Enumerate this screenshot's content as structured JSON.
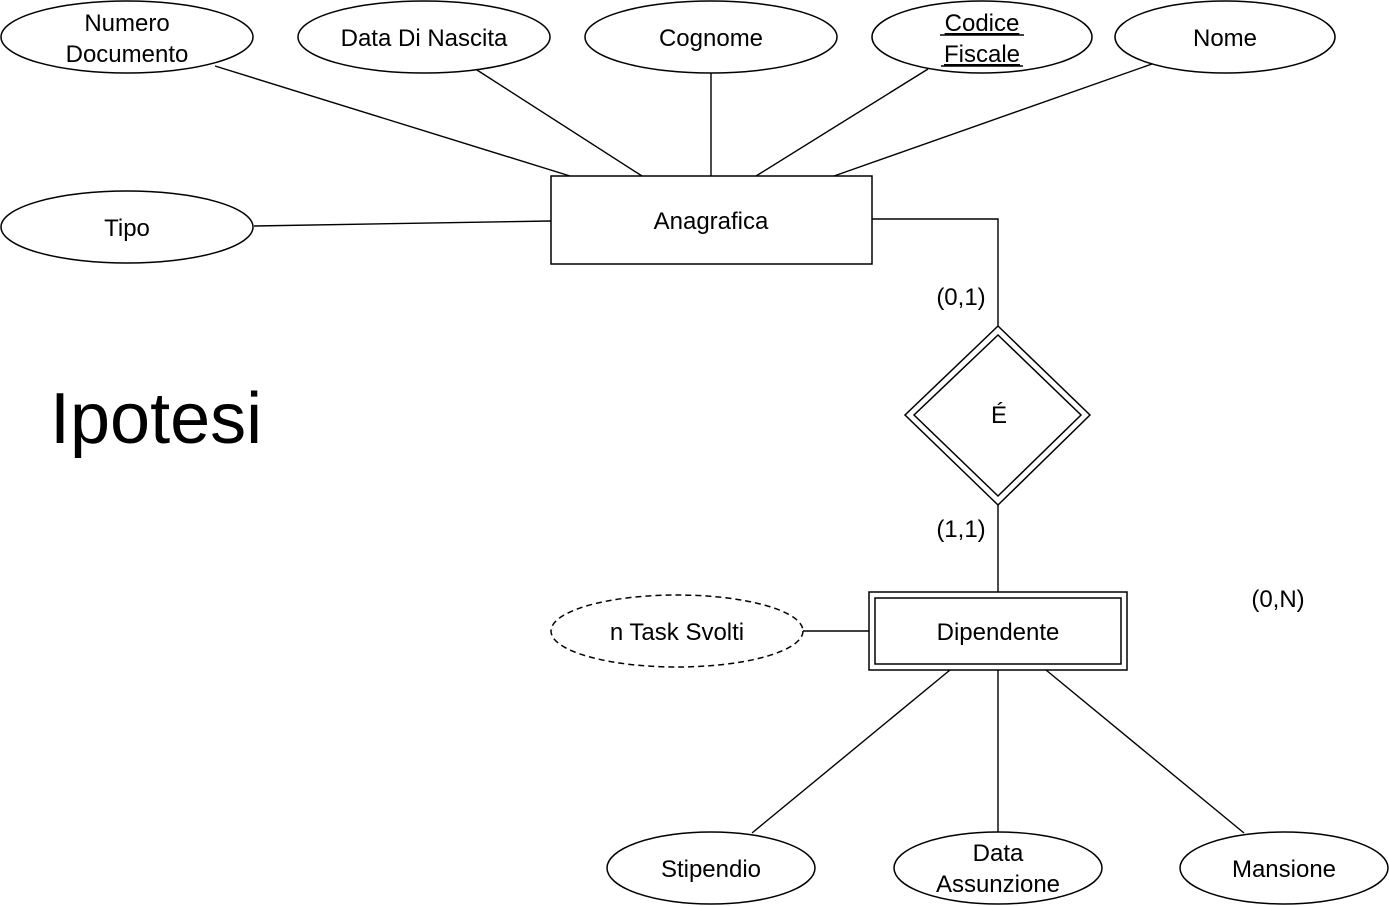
{
  "title": "Ipotesi",
  "entities": {
    "anagrafica": "Anagrafica",
    "dipendente": "Dipendente"
  },
  "relationship": {
    "label": "É"
  },
  "attributes": {
    "numero_documento": [
      "Numero",
      "Documento"
    ],
    "data_di_nascita": "Data Di Nascita",
    "cognome": "Cognome",
    "codice_fiscale": [
      "Codice",
      "Fiscale"
    ],
    "nome": "Nome",
    "tipo": "Tipo",
    "n_task_svolti": "n Task Svolti",
    "stipendio": "Stipendio",
    "data_assunzione": [
      "Data",
      "Assunzione"
    ],
    "mansione": "Mansione"
  },
  "cardinalities": {
    "anagrafica_side": "(0,1)",
    "dipendente_side": "(1,1)",
    "floating": "(0,N)"
  }
}
